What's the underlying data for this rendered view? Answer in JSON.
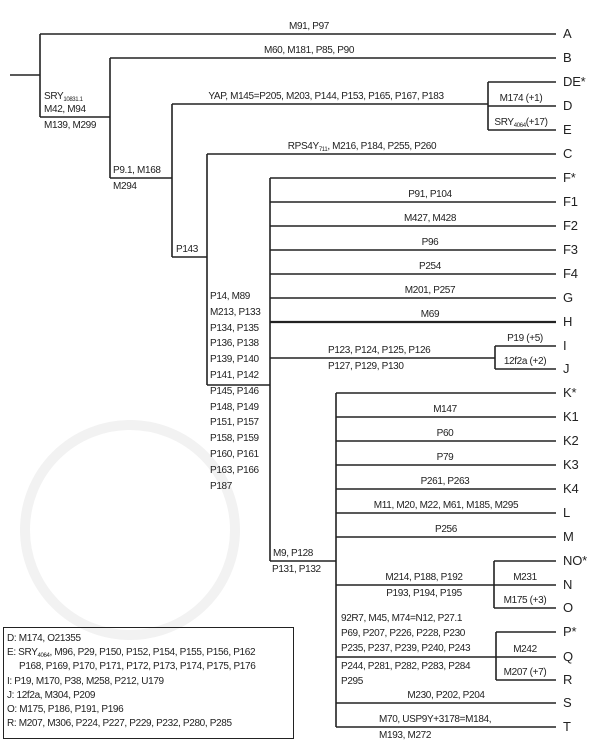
{
  "leaves": [
    "A",
    "B",
    "DE*",
    "D",
    "E",
    "C",
    "F*",
    "F1",
    "F2",
    "F3",
    "F4",
    "G",
    "H",
    "I",
    "J",
    "K*",
    "K1",
    "K2",
    "K3",
    "K4",
    "L",
    "M",
    "NO*",
    "N",
    "O",
    "P*",
    "Q",
    "R",
    "S",
    "T"
  ],
  "branches": {
    "A": "M91, P97",
    "B": "M60, M181, P85, P90",
    "root_sry": "SRY",
    "root_sry_sub": "10831.1",
    "root_top": "M42, M94",
    "root_bottom": "M139, M299",
    "cf_top": "P9.1, M168",
    "cf_bottom": "M294",
    "de": "YAP, M145=P205, M203, P144, P153, P165, P167, P183",
    "D": "M174 (+1)",
    "E_pre": "SRY",
    "E_sub": "4064",
    "E_post": "(+17)",
    "p143": "P143",
    "C_pre": "RPS4Y",
    "C_sub": "711",
    "C_post": ", M216, P184, P255, P260",
    "F_markers": [
      "P14, M89",
      "M213, P133",
      "P134, P135",
      "P136, P138",
      "P139, P140",
      "P141, P142",
      "P145, P146",
      "P148, P149",
      "P151, P157",
      "P158, P159",
      "P160, P161",
      "P163, P166",
      "P187"
    ],
    "F1": "P91, P104",
    "F2": "M427, M428",
    "F3": "P96",
    "F4": "P254",
    "G": "M201, P257",
    "H": "M69",
    "IJ_top": "P123, P124, P125, P126",
    "IJ_bottom": "P127, P129, P130",
    "I": "P19 (+5)",
    "J": "12f2a (+2)",
    "K_top": "M9, P128",
    "K_bottom": "P131, P132",
    "K1": "M147",
    "K2": "P60",
    "K3": "P79",
    "K4": "P261, P263",
    "L": "M11, M20, M22, M61, M185, M295",
    "M": "P256",
    "NO_top": "M214, P188, P192",
    "NO_bottom": "P193, P194, P195",
    "N": "M231",
    "O": "M175 (+3)",
    "P_markers": [
      "92R7, M45, M74=N12, P27.1",
      "P69, P207, P226, P228, P230",
      "P235, P237, P239, P240, P243",
      "P244, P281, P282, P283, P284",
      "P295"
    ],
    "Q": "M242",
    "R": "M207 (+7)",
    "S": "M230, P202, P204",
    "T_top": "M70, USP9Y+3178=M184,",
    "T_bottom": "M193, M272"
  },
  "legend": {
    "D": "D: M174, O21355",
    "E_pre": "E: SRY",
    "E_sub": "4064",
    "E_post": ", M96, P29, P150, P152, P154, P155, P156, P162",
    "E_cont": "P168, P169, P170, P171, P172, P173, P174, P175, P176",
    "I": "I: P19, M170, P38, M258, P212, U179",
    "J": "J: 12f2a, M304, P209",
    "O": "O: M175, P186, P191, P196",
    "R": "R: M207, M306, P224, P227, P229, P232, P280, P285"
  }
}
